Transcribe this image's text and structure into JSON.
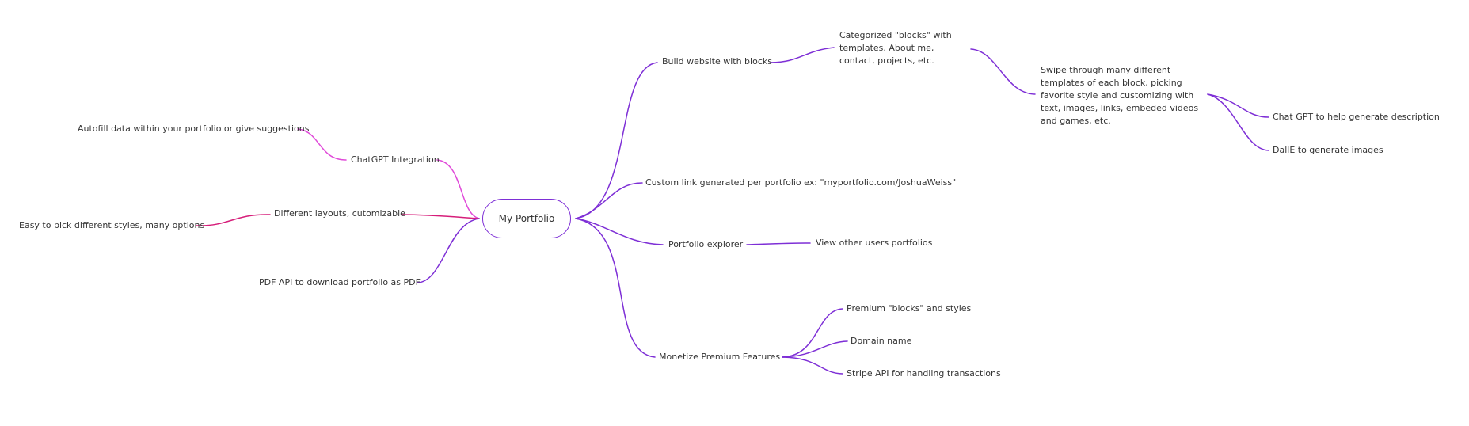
{
  "colors": {
    "purple": "#7e2fd6",
    "magenta": "#e04ad9",
    "crimson": "#d61e7a"
  },
  "root": {
    "label": "My Portfolio"
  },
  "nodes": {
    "build_website": "Build website with blocks",
    "categorized_blocks": "Categorized \"blocks\" with templates. About me, contact, projects, etc.",
    "swipe_templates": "Swipe through many different templates of each block, picking favorite style and customizing with text, images, links, embeded videos and games, etc.",
    "chatgpt_description": "Chat GPT to help generate description",
    "dalle_images": "DallE to generate images",
    "custom_link": "Custom link generated per portfolio ex: \"myportfolio.com/JoshuaWeiss\"",
    "portfolio_explorer": "Portfolio explorer",
    "view_other_users": "View other users portfolios",
    "monetize": "Monetize Premium Features",
    "premium_blocks": "Premium \"blocks\" and styles",
    "domain_name": "Domain name",
    "stripe_api": "Stripe API for handling transactions",
    "chatgpt_integration": "ChatGPT Integration",
    "autofill": "Autofill data within your portfolio or give suggestions",
    "different_layouts": "Different layouts, cutomizable",
    "easy_styles": "Easy to pick different styles, many options",
    "pdf_api": "PDF API to download portfolio as PDF"
  }
}
